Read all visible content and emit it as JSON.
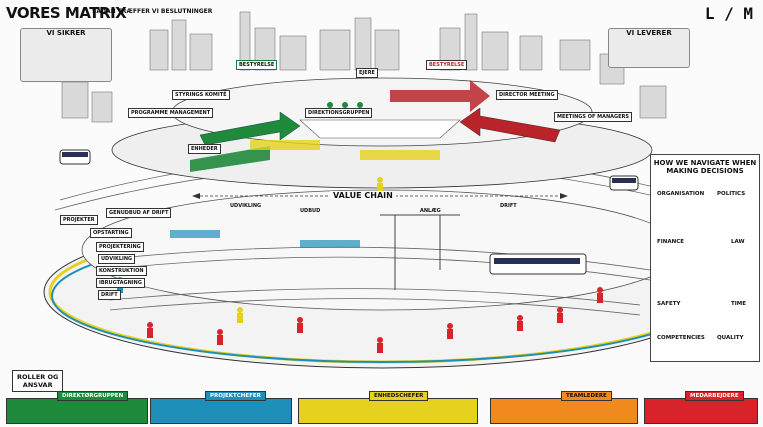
{
  "header": {
    "title": "VORES MATRIX",
    "subtitle": "SÅDAN TRÆFFER VI BESLUTNINGER",
    "logo": "L / M"
  },
  "cards": {
    "vi_sikrer": "VI SIKRER",
    "vi_leverer": "VI LEVERER"
  },
  "buildings": {
    "bestyrelse_left": "BESTYRELSE",
    "ejere": "EJERE",
    "bestyrelse_right": "BESTYRELSE"
  },
  "meetings": {
    "direktionsgruppen": "DIREKTIONSGRUPPEN",
    "styrings_komite": "STYRINGS KOMITÉ",
    "programme_management": "PROGRAMME MANAGEMENT",
    "director_meeting": "DIRECTOR MEETING",
    "meetings_managers": "MEETINGS OF MANAGERS",
    "enheder": "ENHEDER",
    "projekter": "PROJEKTER",
    "opstarting": "OPSTARTING",
    "projektering": "PROJEKTERING",
    "udvikling_tag": "UDVIKLING",
    "konstruktion": "KONSTRUKTION",
    "ibrugtagning": "IBRUGTAGNING",
    "drift_tag": "DRIFT",
    "genudbud": "GENUDBUD AF DRIFT"
  },
  "value_chain": {
    "label": "VALUE CHAIN",
    "stages": [
      "UDVIKLING",
      "UDBUD",
      "ANLÆG",
      "DRIFT"
    ]
  },
  "navigate": {
    "title_line1": "HOW WE NAVIGATE WHEN",
    "title_line2": "MAKING DECISIONS",
    "items": {
      "organisation": "ORGANISATION",
      "politics": "POLITICS",
      "finance": "FINANCE",
      "law": "LAW",
      "safety": "SAFETY",
      "time": "TIME",
      "competencies": "COMPETENCIES",
      "quality": "QUALITY"
    }
  },
  "roles": {
    "roller_line1": "ROLLER OG",
    "roller_line2": "ANSVAR",
    "items": [
      {
        "title": "DIREKTØRGRUPPEN",
        "color": "#1f8a3c"
      },
      {
        "title": "PROJEKTCHEFER",
        "color": "#1e8fb8"
      },
      {
        "title": "ENHEDSCHEFER",
        "color": "#e6d21e"
      },
      {
        "title": "TEAMLEDERE",
        "color": "#f08a1e"
      },
      {
        "title": "MEDARBEJDERE",
        "color": "#d8232a"
      }
    ]
  },
  "colors": {
    "green": "#1f8a3c",
    "red": "#b8242a",
    "blue": "#1e8fb8",
    "yellow": "#e6d21e",
    "orange": "#f08a1e"
  }
}
